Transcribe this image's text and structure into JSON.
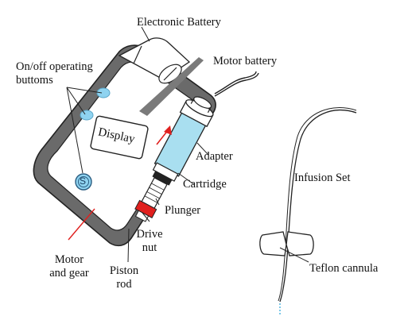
{
  "labels": {
    "electronic_battery": "Electronic Battery",
    "motor_battery": "Motor battery",
    "on_off_buttons_line1": "On/off operating",
    "on_off_buttons_line2": "buttoms",
    "display": "Display",
    "adapter": "Adapter",
    "cartridge": "Cartridge",
    "plunger": "Plunger",
    "drive_nut_line1": "Drive",
    "drive_nut_line2": "nut",
    "motor_gear_line1": "Motor",
    "motor_gear_line2": "and gear",
    "piston_rod_line1": "Piston",
    "piston_rod_line2": "rod",
    "infusion_set": "Infusion Set",
    "teflon_cannula": "Teflon cannula",
    "s_button": "S"
  },
  "colors": {
    "outline": "#222222",
    "pump_body": "#6a6a6a",
    "pump_face": "#ffffff",
    "button_blue": "#8fd3f0",
    "cartridge_fill": "#a9dff0",
    "accent_red": "#e0201e",
    "cannula_tip": "#7cc8e8"
  }
}
